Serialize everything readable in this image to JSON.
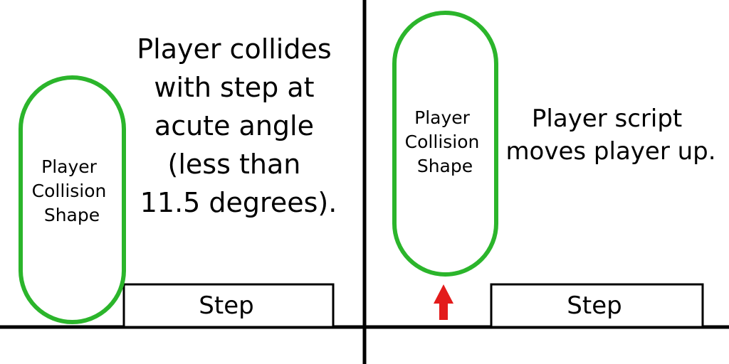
{
  "colors": {
    "background": "#ffffff",
    "lines": "#000000",
    "collision_shape": "#2bb52b",
    "arrow": "#e31b1b"
  },
  "left_panel": {
    "capsule_label": [
      "Player",
      "Collision",
      "Shape"
    ],
    "caption": [
      "Player collides",
      "with step at",
      "acute angle",
      "(less than",
      "11.5 degrees)."
    ],
    "step_label": "Step"
  },
  "right_panel": {
    "capsule_label": [
      "Player",
      "Collision",
      "Shape"
    ],
    "caption": [
      "Player script",
      "moves player up."
    ],
    "step_label": "Step",
    "arrow_icon": "up-arrow-icon"
  }
}
